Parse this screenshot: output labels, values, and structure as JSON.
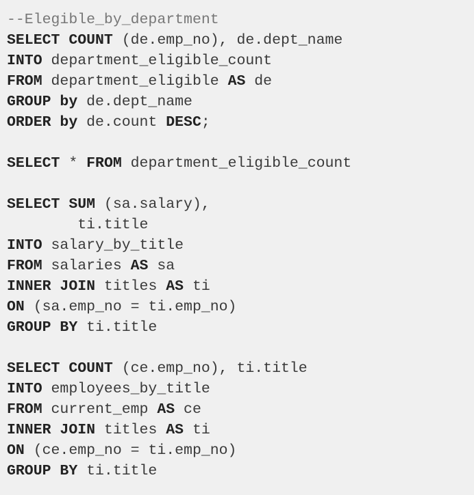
{
  "colors": {
    "background": "#f0f0f0",
    "text": "#3a3a3a",
    "keyword": "#222222",
    "comment": "#777777"
  },
  "code_lines": [
    [
      {
        "t": "--Elegible_by_department",
        "c": "comment"
      }
    ],
    [
      {
        "t": "SELECT COUNT",
        "c": "kw"
      },
      {
        "t": " (de.emp_no), de.dept_name",
        "c": "txt"
      }
    ],
    [
      {
        "t": "INTO",
        "c": "kw"
      },
      {
        "t": " department_eligible_count",
        "c": "txt"
      }
    ],
    [
      {
        "t": "FROM",
        "c": "kw"
      },
      {
        "t": " department_eligible ",
        "c": "txt"
      },
      {
        "t": "AS",
        "c": "kw"
      },
      {
        "t": " de",
        "c": "txt"
      }
    ],
    [
      {
        "t": "GROUP by",
        "c": "kw"
      },
      {
        "t": " de.dept_name",
        "c": "txt"
      }
    ],
    [
      {
        "t": "ORDER by",
        "c": "kw"
      },
      {
        "t": " de.count ",
        "c": "txt"
      },
      {
        "t": "DESC",
        "c": "kw"
      },
      {
        "t": ";",
        "c": "txt"
      }
    ],
    [],
    [
      {
        "t": "SELECT",
        "c": "kw"
      },
      {
        "t": " * ",
        "c": "txt"
      },
      {
        "t": "FROM",
        "c": "kw"
      },
      {
        "t": " department_eligible_count",
        "c": "txt"
      }
    ],
    [],
    [
      {
        "t": "SELECT SUM",
        "c": "kw"
      },
      {
        "t": " (sa.salary),",
        "c": "txt"
      }
    ],
    [
      {
        "t": "        ti.title",
        "c": "txt"
      }
    ],
    [
      {
        "t": "INTO",
        "c": "kw"
      },
      {
        "t": " salary_by_title",
        "c": "txt"
      }
    ],
    [
      {
        "t": "FROM",
        "c": "kw"
      },
      {
        "t": " salaries ",
        "c": "txt"
      },
      {
        "t": "AS",
        "c": "kw"
      },
      {
        "t": " sa",
        "c": "txt"
      }
    ],
    [
      {
        "t": "INNER JOIN",
        "c": "kw"
      },
      {
        "t": " titles ",
        "c": "txt"
      },
      {
        "t": "AS",
        "c": "kw"
      },
      {
        "t": " ti",
        "c": "txt"
      }
    ],
    [
      {
        "t": "ON",
        "c": "kw"
      },
      {
        "t": " (sa.emp_no = ti.emp_no)",
        "c": "txt"
      }
    ],
    [
      {
        "t": "GROUP BY",
        "c": "kw"
      },
      {
        "t": " ti.title",
        "c": "txt"
      }
    ],
    [],
    [
      {
        "t": "SELECT COUNT",
        "c": "kw"
      },
      {
        "t": " (ce.emp_no), ti.title",
        "c": "txt"
      }
    ],
    [
      {
        "t": "INTO",
        "c": "kw"
      },
      {
        "t": " employees_by_title",
        "c": "txt"
      }
    ],
    [
      {
        "t": "FROM",
        "c": "kw"
      },
      {
        "t": " current_emp ",
        "c": "txt"
      },
      {
        "t": "AS",
        "c": "kw"
      },
      {
        "t": " ce",
        "c": "txt"
      }
    ],
    [
      {
        "t": "INNER JOIN",
        "c": "kw"
      },
      {
        "t": " titles ",
        "c": "txt"
      },
      {
        "t": "AS",
        "c": "kw"
      },
      {
        "t": " ti",
        "c": "txt"
      }
    ],
    [
      {
        "t": "ON",
        "c": "kw"
      },
      {
        "t": " (ce.emp_no = ti.emp_no)",
        "c": "txt"
      }
    ],
    [
      {
        "t": "GROUP BY",
        "c": "kw"
      },
      {
        "t": " ti.title",
        "c": "txt"
      }
    ]
  ]
}
